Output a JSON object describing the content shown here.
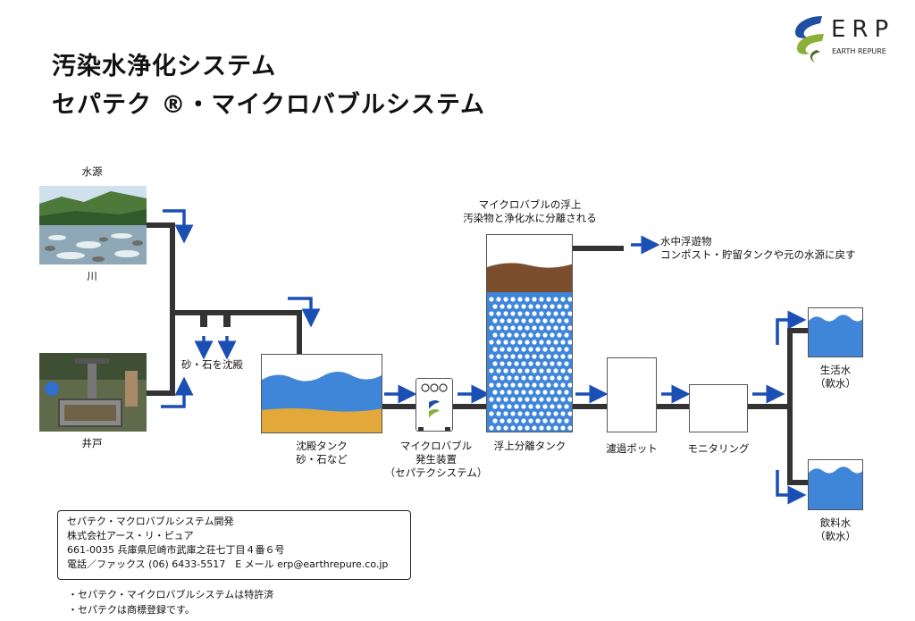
{
  "title": {
    "line1": "汚染水浄化システム",
    "line2": "セパテク ®・マイクロバブルシステム"
  },
  "logo": {
    "name": "ERP",
    "subtitle": "EARTH REPURE",
    "colors": {
      "blue": "#1e4fa0",
      "green": "#8bb03a"
    }
  },
  "sources": {
    "heading": "水源",
    "river_label": "川",
    "well_label": "井戸"
  },
  "sediment_note": "砂・石を沈殿",
  "stages": {
    "settling_tank": {
      "line1": "沈殿タンク",
      "line2": "砂・石など"
    },
    "bubble_generator": {
      "line1": "マイクロバブル",
      "line2": "発生装置",
      "line3": "（セパテクシステム）"
    },
    "flotation_tank": {
      "label": "浮上分離タンク",
      "caption1": "マイクロバブルの浮上",
      "caption2": "汚染物と浄化水に分離される"
    },
    "filter_pot": {
      "label": "濾過ポット"
    },
    "monitoring": {
      "label": "モニタリング"
    }
  },
  "floating_output": {
    "line1": "水中浮遊物",
    "line2": "コンポスト・貯留タンクや元の水源に戻す"
  },
  "outputs": {
    "domestic": {
      "line1": "生活水",
      "line2": "（軟水）"
    },
    "drinking": {
      "line1": "飲料水",
      "line2": "（軟水）"
    }
  },
  "info": {
    "line1": "セパテク・マクロバブルシステム開発",
    "line2": "株式会社アース・リ・ピュア",
    "line3": "661-0035 兵庫県尼崎市武庫之荘七丁目４番６号",
    "line4": "電話／ファックス (06) 6433-5517　E メール erp@earthrepure.co.jp"
  },
  "notes": [
    "・セパテク・マイクロバブルシステムは特許済",
    "・セパテクは商標登録です。"
  ],
  "colors": {
    "pipe": "#333333",
    "arrow": "#1a4fb4",
    "water": "#3f86d8",
    "sand": "#e2a93a",
    "sludge": "#7a4e2c"
  }
}
